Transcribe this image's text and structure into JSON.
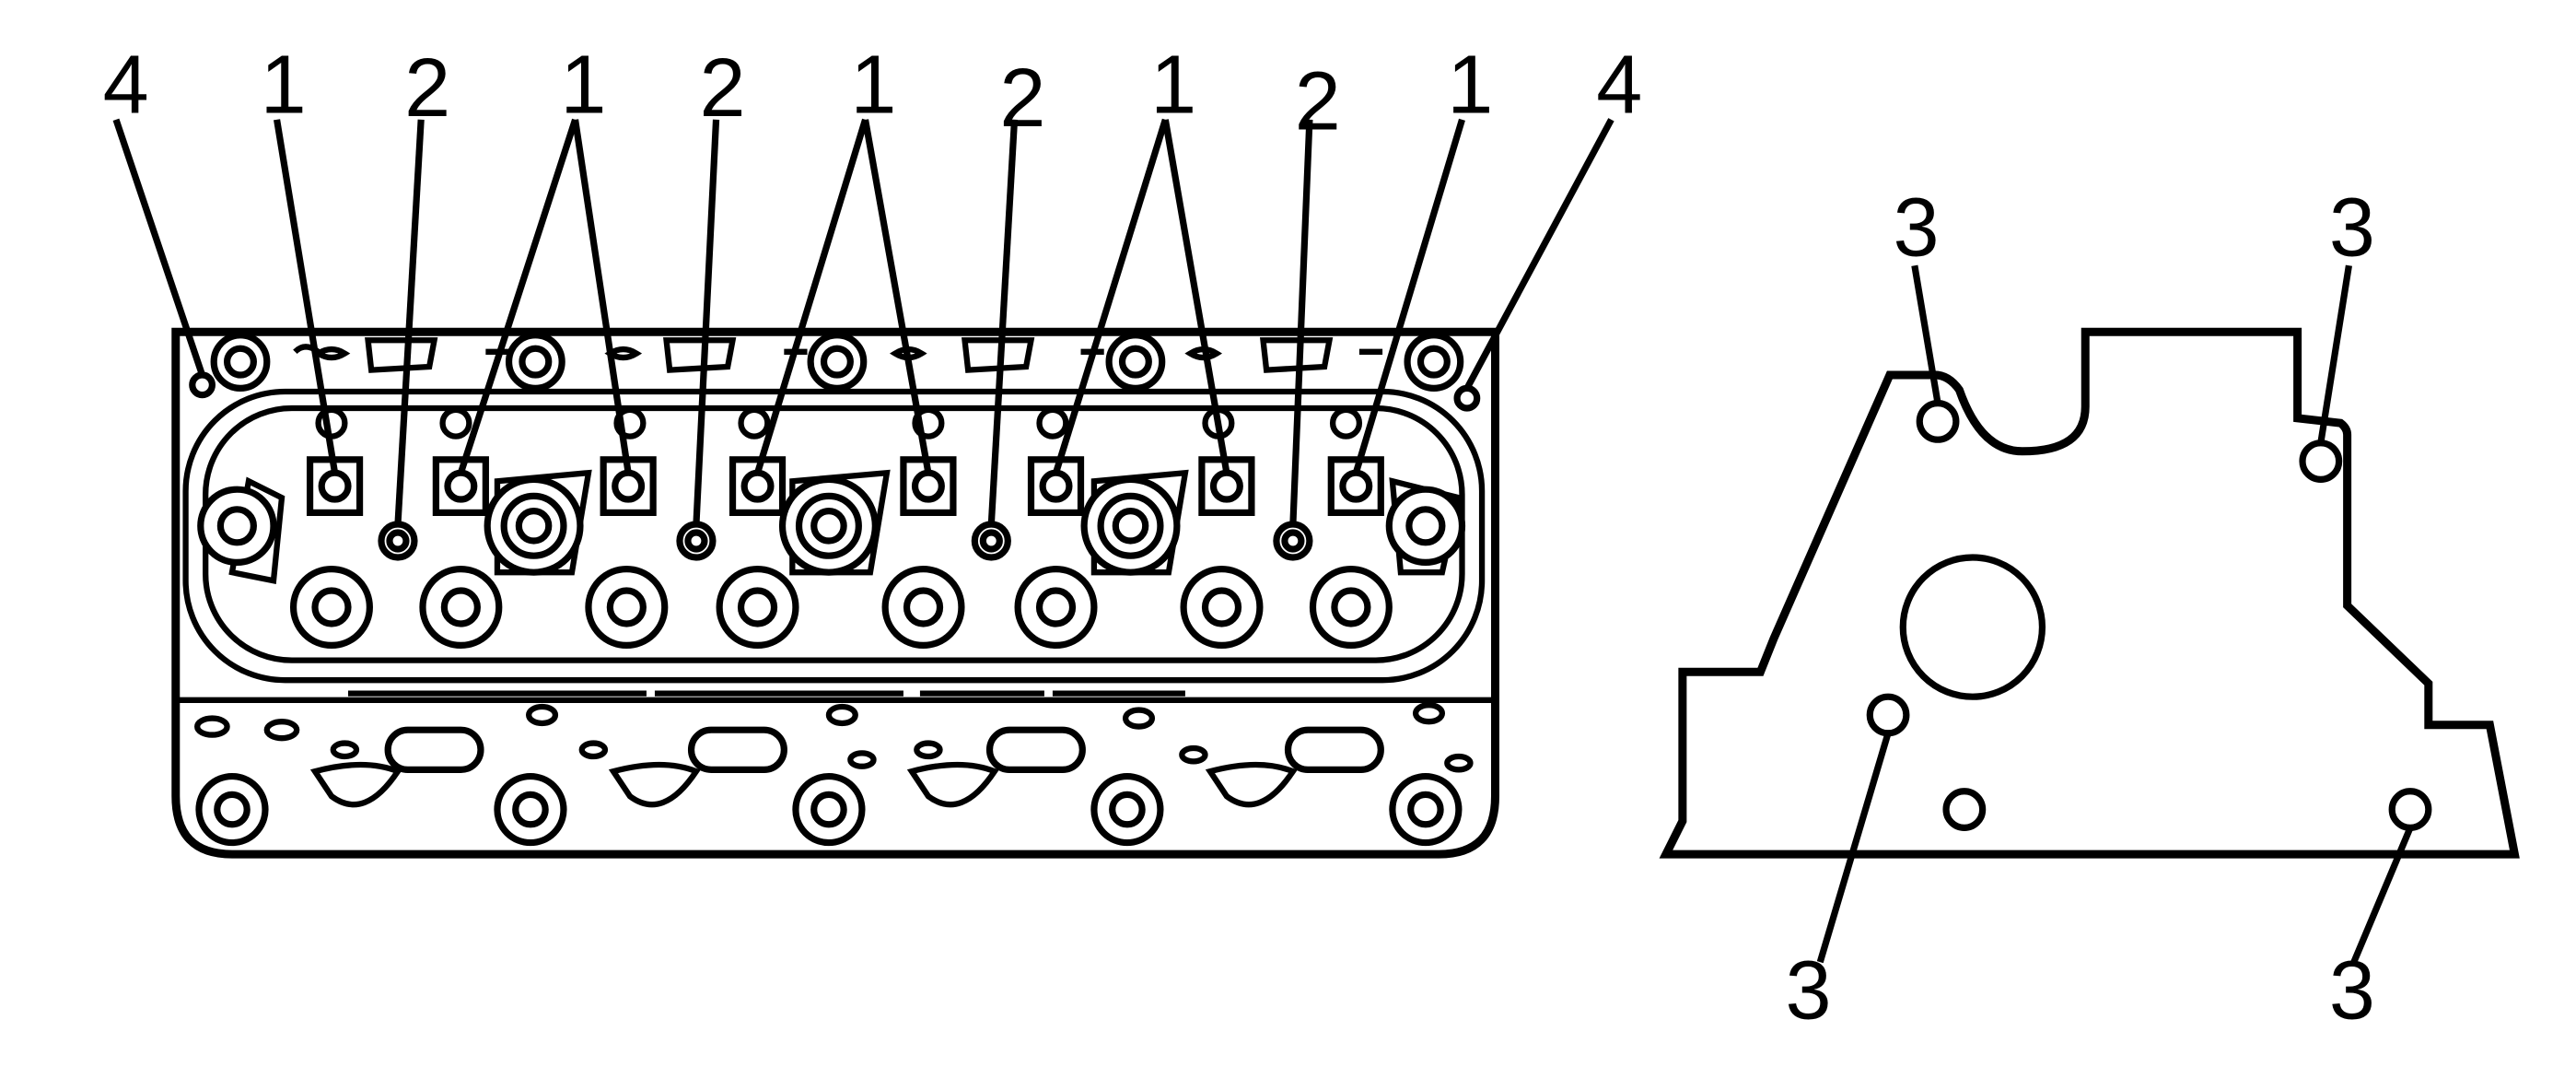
{
  "figure": {
    "callouts": {
      "valve_guide": "1",
      "oil_drain": "2",
      "cover_hole": "3",
      "dowel_hole": "4"
    }
  }
}
